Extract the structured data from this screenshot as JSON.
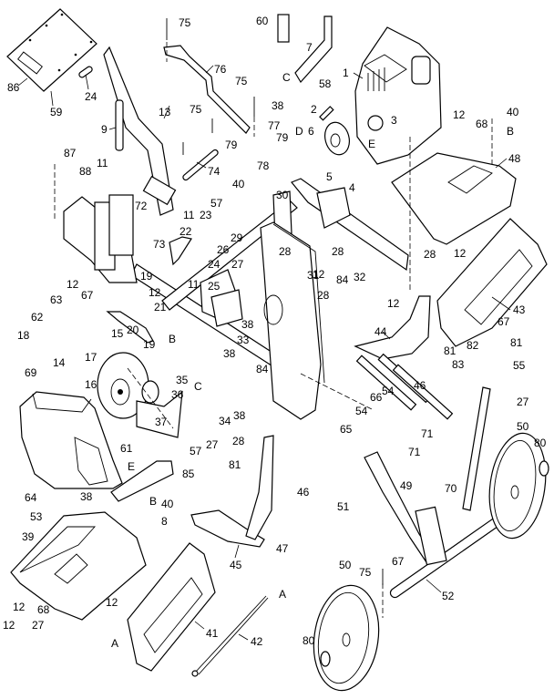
{
  "diagram": {
    "title": "Tiller exploded parts diagram",
    "background": "#ffffff",
    "ink": "#000000",
    "callouts": [
      {
        "id": "c1",
        "label": "1"
      },
      {
        "id": "c2",
        "label": "2"
      },
      {
        "id": "c3",
        "label": "3"
      },
      {
        "id": "c4",
        "label": "4"
      },
      {
        "id": "c5",
        "label": "5"
      },
      {
        "id": "c6",
        "label": "6"
      },
      {
        "id": "c7",
        "label": "7"
      },
      {
        "id": "c8",
        "label": "8"
      },
      {
        "id": "c9",
        "label": "9"
      },
      {
        "id": "c11a",
        "label": "11"
      },
      {
        "id": "c11b",
        "label": "11"
      },
      {
        "id": "c11c",
        "label": "11"
      },
      {
        "id": "c12a",
        "label": "12"
      },
      {
        "id": "c12b",
        "label": "12"
      },
      {
        "id": "c12c",
        "label": "12"
      },
      {
        "id": "c12d",
        "label": "12"
      },
      {
        "id": "c12e",
        "label": "12"
      },
      {
        "id": "c12f",
        "label": "12"
      },
      {
        "id": "c12g",
        "label": "12"
      },
      {
        "id": "c12h",
        "label": "12"
      },
      {
        "id": "c12i",
        "label": "12"
      },
      {
        "id": "c13",
        "label": "13"
      },
      {
        "id": "c14",
        "label": "14"
      },
      {
        "id": "c15",
        "label": "15"
      },
      {
        "id": "c16",
        "label": "16"
      },
      {
        "id": "c17",
        "label": "17"
      },
      {
        "id": "c18",
        "label": "18"
      },
      {
        "id": "c19a",
        "label": "19"
      },
      {
        "id": "c19b",
        "label": "19"
      },
      {
        "id": "c20",
        "label": "20"
      },
      {
        "id": "c21",
        "label": "21"
      },
      {
        "id": "c22",
        "label": "22"
      },
      {
        "id": "c23",
        "label": "23"
      },
      {
        "id": "c24a",
        "label": "24"
      },
      {
        "id": "c24b",
        "label": "24"
      },
      {
        "id": "c25",
        "label": "25"
      },
      {
        "id": "c26",
        "label": "26"
      },
      {
        "id": "c27a",
        "label": "27"
      },
      {
        "id": "c27b",
        "label": "27"
      },
      {
        "id": "c27c",
        "label": "27"
      },
      {
        "id": "c27d",
        "label": "27"
      },
      {
        "id": "c28a",
        "label": "28"
      },
      {
        "id": "c28b",
        "label": "28"
      },
      {
        "id": "c28c",
        "label": "28"
      },
      {
        "id": "c28d",
        "label": "28"
      },
      {
        "id": "c28e",
        "label": "28"
      },
      {
        "id": "c29",
        "label": "29"
      },
      {
        "id": "c30",
        "label": "30"
      },
      {
        "id": "c31",
        "label": "31"
      },
      {
        "id": "c32",
        "label": "32"
      },
      {
        "id": "c33",
        "label": "33"
      },
      {
        "id": "c34",
        "label": "34"
      },
      {
        "id": "c35",
        "label": "35"
      },
      {
        "id": "c36",
        "label": "36"
      },
      {
        "id": "c37",
        "label": "37"
      },
      {
        "id": "c38a",
        "label": "38"
      },
      {
        "id": "c38b",
        "label": "38"
      },
      {
        "id": "c38c",
        "label": "38"
      },
      {
        "id": "c38d",
        "label": "38"
      },
      {
        "id": "c38e",
        "label": "38"
      },
      {
        "id": "c39",
        "label": "39"
      },
      {
        "id": "c40a",
        "label": "40"
      },
      {
        "id": "c40b",
        "label": "40"
      },
      {
        "id": "c40c",
        "label": "40"
      },
      {
        "id": "c41",
        "label": "41"
      },
      {
        "id": "c42",
        "label": "42"
      },
      {
        "id": "c43",
        "label": "43"
      },
      {
        "id": "c44",
        "label": "44"
      },
      {
        "id": "c45",
        "label": "45"
      },
      {
        "id": "c46a",
        "label": "46"
      },
      {
        "id": "c46b",
        "label": "46"
      },
      {
        "id": "c47",
        "label": "47"
      },
      {
        "id": "c48",
        "label": "48"
      },
      {
        "id": "c49",
        "label": "49"
      },
      {
        "id": "c50a",
        "label": "50"
      },
      {
        "id": "c50b",
        "label": "50"
      },
      {
        "id": "c51",
        "label": "51"
      },
      {
        "id": "c52",
        "label": "52"
      },
      {
        "id": "c53",
        "label": "53"
      },
      {
        "id": "c54a",
        "label": "54"
      },
      {
        "id": "c54b",
        "label": "54"
      },
      {
        "id": "c55",
        "label": "55"
      },
      {
        "id": "c57a",
        "label": "57"
      },
      {
        "id": "c57b",
        "label": "57"
      },
      {
        "id": "c58",
        "label": "58"
      },
      {
        "id": "c59",
        "label": "59"
      },
      {
        "id": "c60",
        "label": "60"
      },
      {
        "id": "c61",
        "label": "61"
      },
      {
        "id": "c62",
        "label": "62"
      },
      {
        "id": "c63",
        "label": "63"
      },
      {
        "id": "c64",
        "label": "64"
      },
      {
        "id": "c65",
        "label": "65"
      },
      {
        "id": "c66",
        "label": "66"
      },
      {
        "id": "c67a",
        "label": "67"
      },
      {
        "id": "c67b",
        "label": "67"
      },
      {
        "id": "c67c",
        "label": "67"
      },
      {
        "id": "c68a",
        "label": "68"
      },
      {
        "id": "c68b",
        "label": "68"
      },
      {
        "id": "c69",
        "label": "69"
      },
      {
        "id": "c70",
        "label": "70"
      },
      {
        "id": "c71a",
        "label": "71"
      },
      {
        "id": "c71b",
        "label": "71"
      },
      {
        "id": "c72",
        "label": "72"
      },
      {
        "id": "c73",
        "label": "73"
      },
      {
        "id": "c74",
        "label": "74"
      },
      {
        "id": "c75a",
        "label": "75"
      },
      {
        "id": "c75b",
        "label": "75"
      },
      {
        "id": "c75c",
        "label": "75"
      },
      {
        "id": "c75d",
        "label": "75"
      },
      {
        "id": "c76",
        "label": "76"
      },
      {
        "id": "c77",
        "label": "77"
      },
      {
        "id": "c78",
        "label": "78"
      },
      {
        "id": "c79a",
        "label": "79"
      },
      {
        "id": "c79b",
        "label": "79"
      },
      {
        "id": "c80a",
        "label": "80"
      },
      {
        "id": "c80b",
        "label": "80"
      },
      {
        "id": "c81a",
        "label": "81"
      },
      {
        "id": "c81b",
        "label": "81"
      },
      {
        "id": "c81c",
        "label": "81"
      },
      {
        "id": "c82",
        "label": "82"
      },
      {
        "id": "c83",
        "label": "83"
      },
      {
        "id": "c84a",
        "label": "84"
      },
      {
        "id": "c84b",
        "label": "84"
      },
      {
        "id": "c85",
        "label": "85"
      },
      {
        "id": "c86",
        "label": "86"
      },
      {
        "id": "c87",
        "label": "87"
      },
      {
        "id": "c88",
        "label": "88"
      }
    ],
    "reference_letters": [
      {
        "id": "rA1",
        "label": "A"
      },
      {
        "id": "rA2",
        "label": "A"
      },
      {
        "id": "rB1",
        "label": "B"
      },
      {
        "id": "rB2",
        "label": "B"
      },
      {
        "id": "rB3",
        "label": "B"
      },
      {
        "id": "rC1",
        "label": "C"
      },
      {
        "id": "rC2",
        "label": "C"
      },
      {
        "id": "rD",
        "label": "D"
      },
      {
        "id": "rE1",
        "label": "E"
      },
      {
        "id": "rE2",
        "label": "E"
      }
    ]
  }
}
